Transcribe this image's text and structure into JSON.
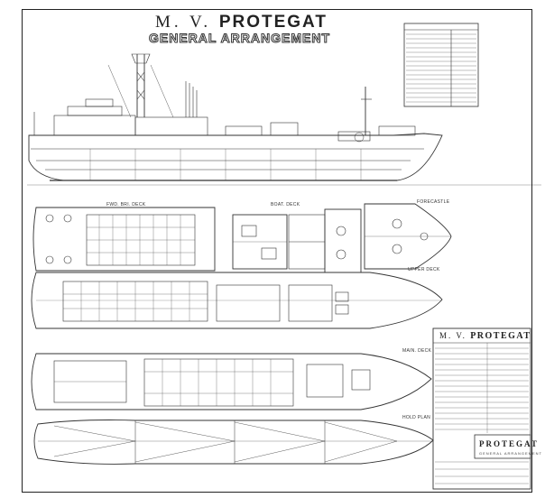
{
  "drawing": {
    "title_prefix": "M. V.",
    "title_name": "PROTEGAT",
    "subtitle": "GENERAL ARRANGEMENT"
  },
  "views": {
    "fwd_deck": "FWD. BRI. DECK",
    "boat_deck": "BOAT. DECK",
    "forecastle": "FORECASTLE",
    "upper_deck": "UPPER DECK",
    "main_deck": "MAIN. DECK",
    "hold_plan": "HOLD PLAN"
  },
  "title_block": {
    "vessel_prefix": "M. V.",
    "vessel_name": "PROTEGAT"
  },
  "stamp": {
    "vessel_name": "PROTEGAT",
    "subtitle": "GENERAL ARRANGEMENT"
  },
  "colors": {
    "ink": "#222222",
    "paper": "#ffffff"
  }
}
